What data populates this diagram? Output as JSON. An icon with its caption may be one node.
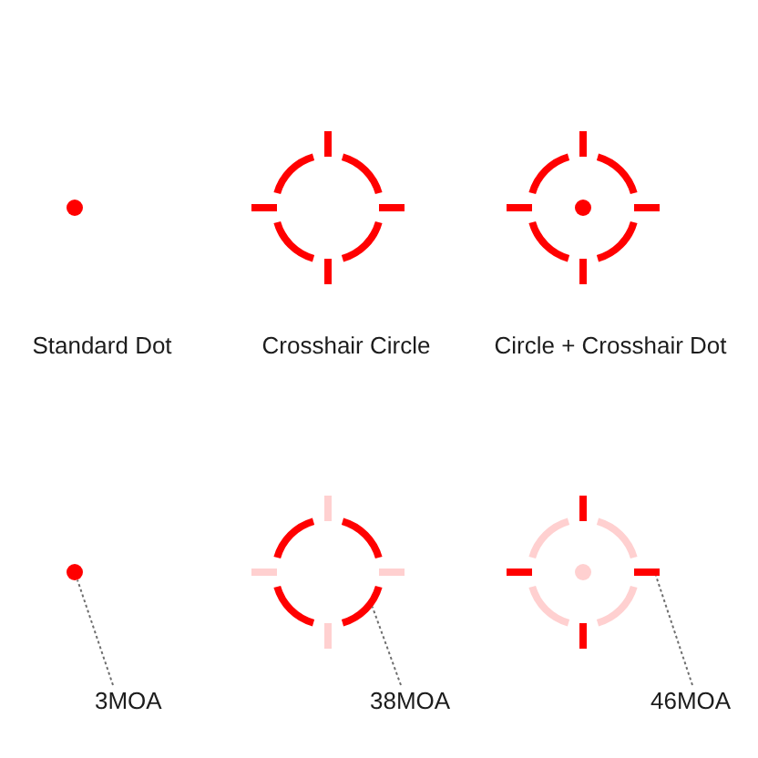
{
  "diagram": {
    "nodes": [
      {
        "text": [],
        "shape": "circle"
      },
      {
        "text": [],
        "shape": "circle"
      },
      {
        "text": [],
        "shape": "picture"
      },
      {
        "text": [
          "3MOA"
        ]
      },
      {
        "text": [
          "38MOA"
        ]
      },
      {
        "text": [
          "46MOA"
        ]
      }
    ],
    "edges": [
      {
        "from": 3,
        "to": 0,
        "arrow": "none",
        "style": "dashed"
      },
      {
        "from": 4,
        "to": 1,
        "arrow": "none",
        "style": "dashed"
      },
      {
        "from": 5,
        "to": 2,
        "arrow": "none",
        "style": "dashed"
      }
    ],
    "labels": [
      "Standard Dot",
      "Crosshair Circle",
      "Circle + Crosshair Dot"
    ]
  }
}
